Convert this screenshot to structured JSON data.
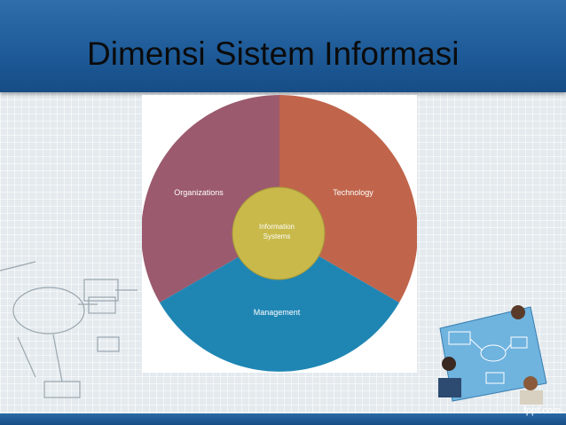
{
  "slide": {
    "title": "Dimensi Sistem Informasi"
  },
  "diagram": {
    "center_label_line1": "Information",
    "center_label_line2": "Systems",
    "segments": [
      {
        "label": "Organizations",
        "color": "#9b5a6e"
      },
      {
        "label": "Technology",
        "color": "#c0654b"
      },
      {
        "label": "Management",
        "color": "#1f86b4"
      }
    ],
    "center_color": "#c8b94a"
  },
  "footer": {
    "brand": "fppt.com"
  }
}
